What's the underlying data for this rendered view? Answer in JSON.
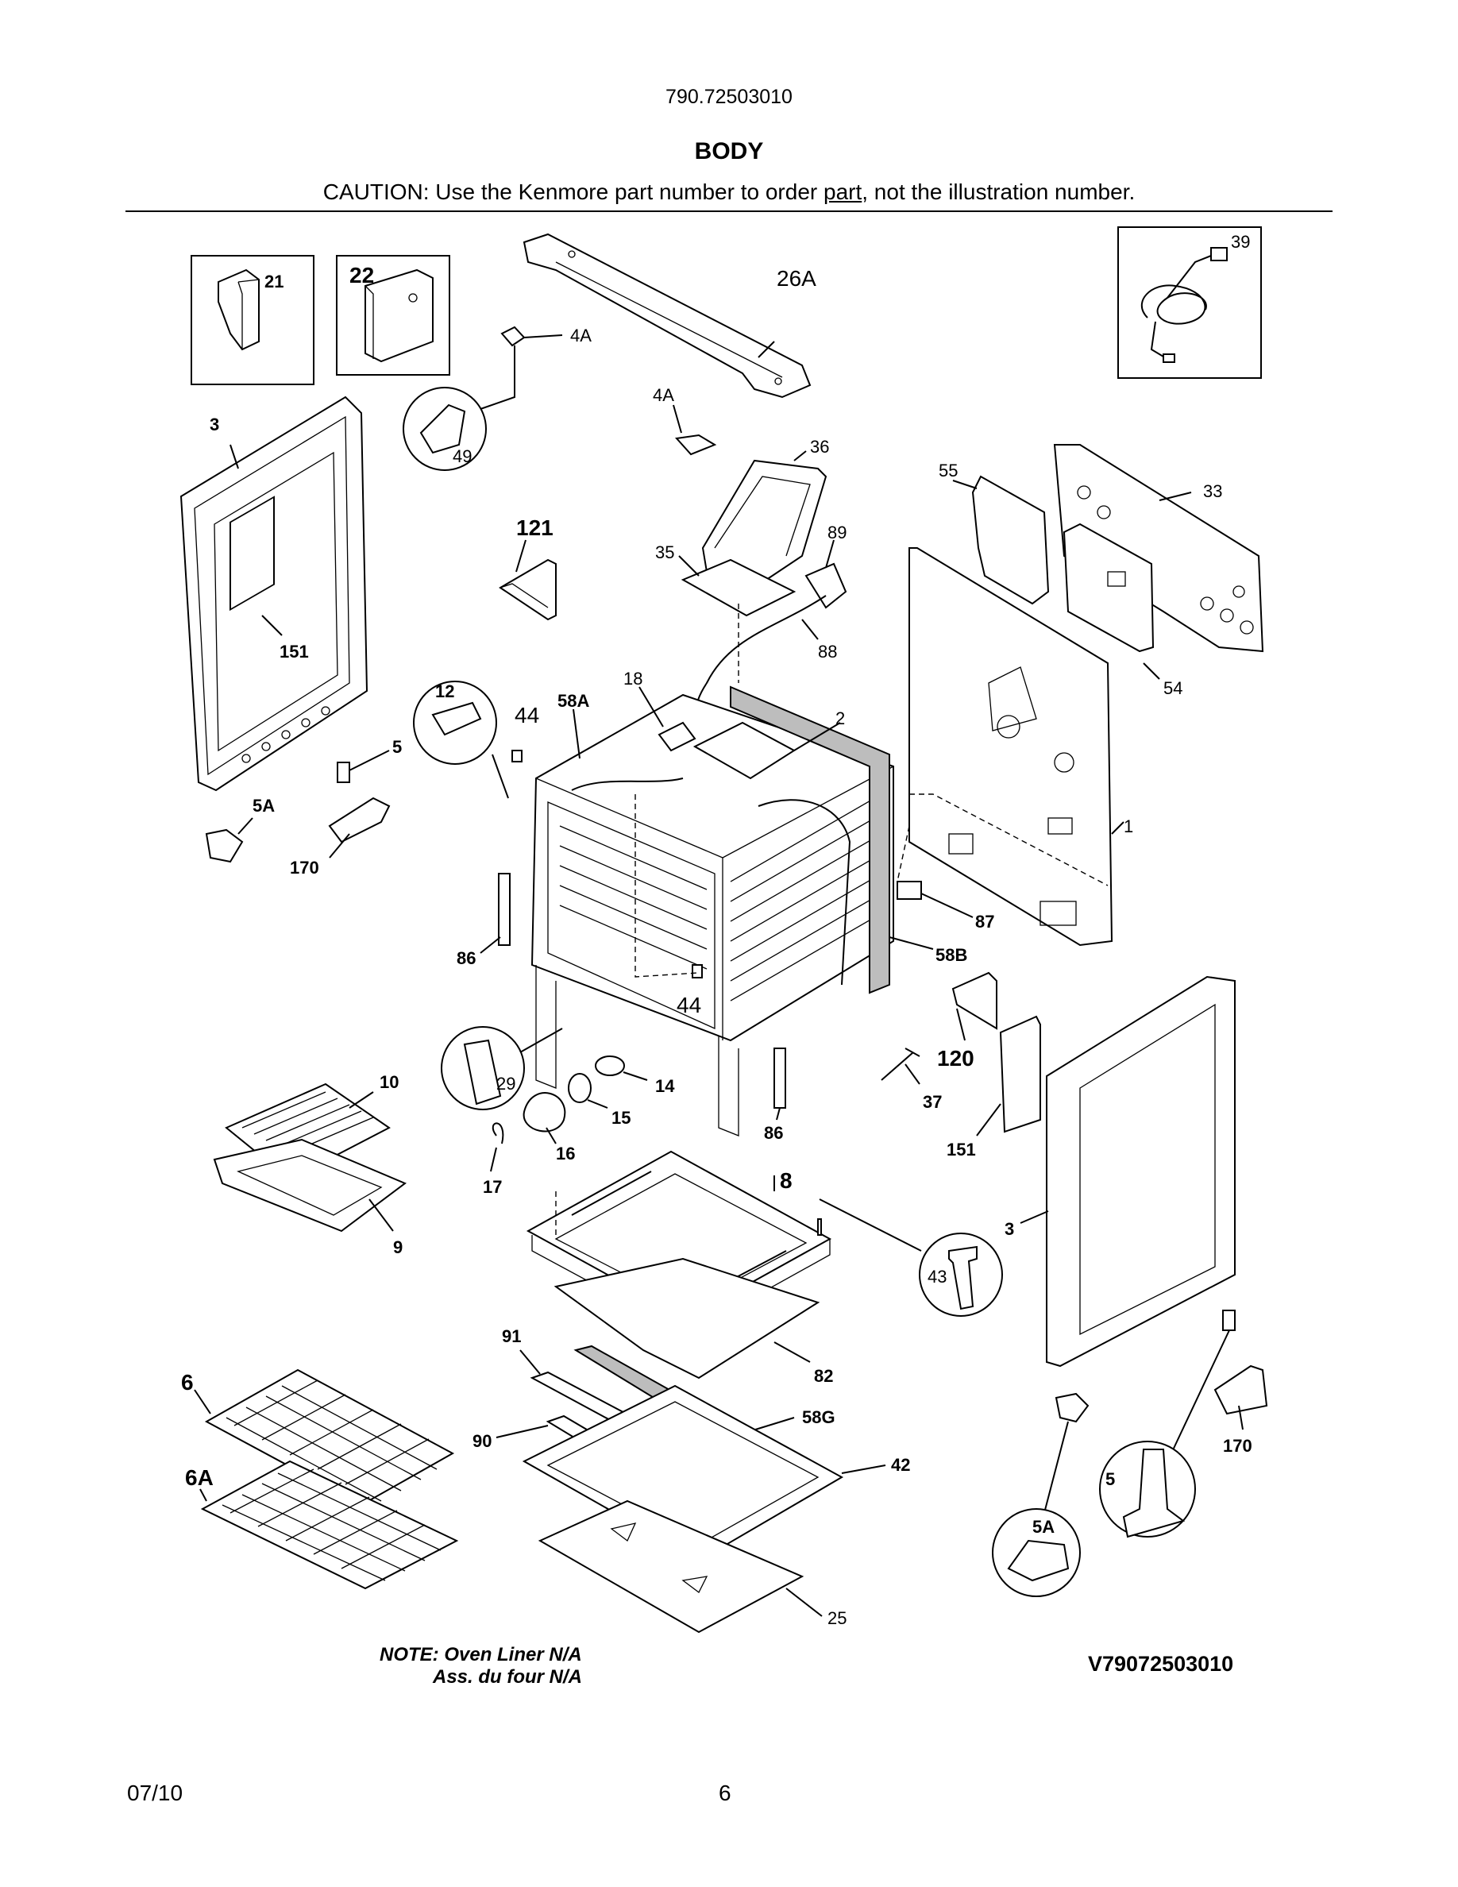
{
  "header": {
    "model_number": "790.72503010",
    "section_title": "BODY",
    "caution_before": "CAUTION: Use the Kenmore part number to order ",
    "caution_link": "part",
    "caution_after": ", not the illustration number."
  },
  "callouts": {
    "c21": "21",
    "c22": "22",
    "c39": "39",
    "c26A": "26A",
    "c4A_top": "4A",
    "c4A_mid": "4A",
    "c49": "49",
    "c3_left": "3",
    "c151_left": "151",
    "c121": "121",
    "c36": "36",
    "c35": "35",
    "c89": "89",
    "c55": "55",
    "c33": "33",
    "c88": "88",
    "c54": "54",
    "c12": "12",
    "c44_top": "44",
    "c58A": "58A",
    "c18": "18",
    "c2": "2",
    "c5_left": "5",
    "c5A_left": "5A",
    "c170_left": "170",
    "c1": "1",
    "c87": "87",
    "c86_left": "86",
    "c58B": "58B",
    "c44_mid": "44",
    "c10": "10",
    "c29": "29",
    "c14": "14",
    "c15": "15",
    "c16": "16",
    "c17": "17",
    "c9": "9",
    "c86_right": "86",
    "c120": "120",
    "c37": "37",
    "c151_right": "151",
    "c8": "8",
    "c43": "43",
    "c3_right": "3",
    "c91": "91",
    "c82": "82",
    "c6": "6",
    "c58G": "58G",
    "c90": "90",
    "c42": "42",
    "c6A": "6A",
    "c170_right": "170",
    "c5_right": "5",
    "c5A_right": "5A",
    "c25": "25"
  },
  "footer": {
    "note_line1": "NOTE: Oven Liner N/A",
    "note_line2": "Ass. du four N/A",
    "diagram_code": "V79072503010",
    "date": "07/10",
    "page_number": "6"
  },
  "colors": {
    "ink": "#000000",
    "paper": "#ffffff",
    "shade": "#bdbdbd"
  }
}
